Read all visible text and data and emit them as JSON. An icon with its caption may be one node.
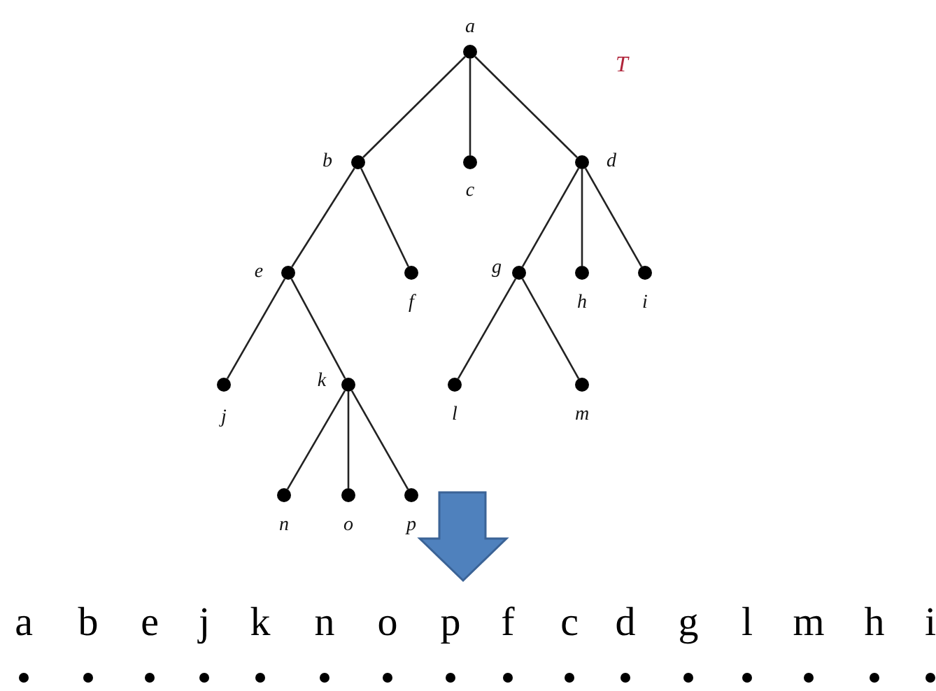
{
  "diagram": {
    "nodes": [
      {
        "text": [
          "a"
        ]
      },
      {
        "text": [
          "b"
        ]
      },
      {
        "text": [
          "c"
        ]
      },
      {
        "text": [
          "d"
        ]
      },
      {
        "text": [
          "e"
        ]
      },
      {
        "text": [
          "f"
        ]
      },
      {
        "text": [
          "g"
        ]
      },
      {
        "text": [
          "h"
        ]
      },
      {
        "text": [
          "i"
        ]
      },
      {
        "text": [
          "j"
        ]
      },
      {
        "text": [
          "k"
        ]
      },
      {
        "text": [
          "l"
        ]
      },
      {
        "text": [
          "m"
        ]
      },
      {
        "text": [
          "n"
        ]
      },
      {
        "text": [
          "o"
        ]
      },
      {
        "text": [
          "p"
        ]
      }
    ],
    "edges": [
      {
        "from": 0,
        "to": 1,
        "arrow": "none"
      },
      {
        "from": 0,
        "to": 2,
        "arrow": "none"
      },
      {
        "from": 0,
        "to": 3,
        "arrow": "none"
      },
      {
        "from": 1,
        "to": 4,
        "arrow": "none"
      },
      {
        "from": 1,
        "to": 5,
        "arrow": "none"
      },
      {
        "from": 3,
        "to": 6,
        "arrow": "none"
      },
      {
        "from": 3,
        "to": 7,
        "arrow": "none"
      },
      {
        "from": 3,
        "to": 8,
        "arrow": "none"
      },
      {
        "from": 4,
        "to": 9,
        "arrow": "none"
      },
      {
        "from": 4,
        "to": 10,
        "arrow": "none"
      },
      {
        "from": 6,
        "to": 11,
        "arrow": "none"
      },
      {
        "from": 6,
        "to": 12,
        "arrow": "none"
      },
      {
        "from": 10,
        "to": 13,
        "arrow": "none"
      },
      {
        "from": 10,
        "to": 14,
        "arrow": "none"
      },
      {
        "from": 10,
        "to": 15,
        "arrow": "none"
      }
    ],
    "labels": [
      "T",
      "a",
      "b",
      "e",
      "j",
      "k",
      "n",
      "o",
      "p",
      "f",
      "c",
      "d",
      "g",
      "l",
      "m",
      "h",
      "i"
    ]
  }
}
